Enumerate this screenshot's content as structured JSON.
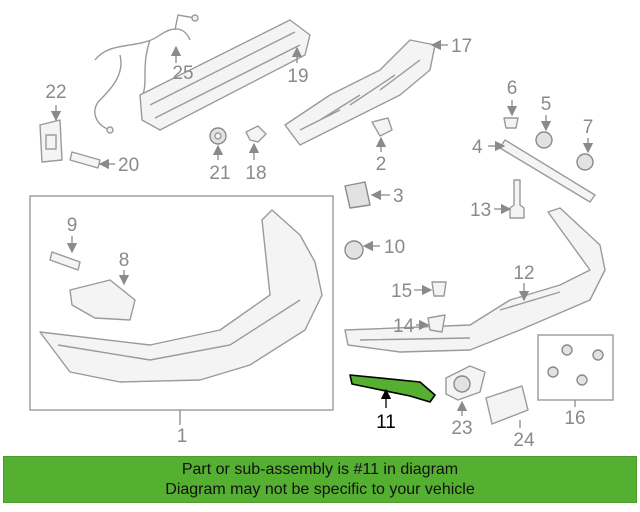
{
  "diagram": {
    "highlight_color": "#55b031",
    "highlighted_part": "11",
    "callouts": [
      "1",
      "2",
      "3",
      "4",
      "5",
      "6",
      "7",
      "8",
      "9",
      "10",
      "11",
      "12",
      "13",
      "14",
      "15",
      "16",
      "17",
      "18",
      "19",
      "20",
      "21",
      "22",
      "23",
      "24",
      "25"
    ]
  },
  "banner": {
    "line1": "Part or sub-assembly is #11 in diagram",
    "line2": "Diagram may not be specific to your vehicle",
    "background": "#55b031"
  }
}
